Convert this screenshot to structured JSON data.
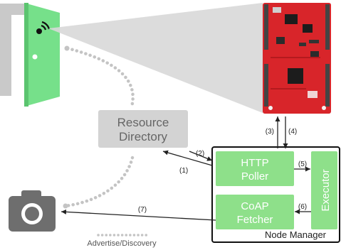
{
  "resource_directory": {
    "line1": "Resource",
    "line2": "Directory"
  },
  "node_manager": {
    "label": "Node Manager",
    "http_poller": {
      "line1": "HTTP",
      "line2": "Poller"
    },
    "coap_fetcher": {
      "line1": "CoAP",
      "line2": "Fetcher"
    },
    "executor": {
      "label": "Executor"
    }
  },
  "arrows": {
    "a1": "(1)",
    "a2": "(2)",
    "a3": "(3)",
    "a4": "(4)",
    "a5": "(5)",
    "a6": "(6)",
    "a7": "(7)"
  },
  "legend": {
    "label": "Advertise/Discovery"
  },
  "icons": {
    "door": "door-with-sensor-icon",
    "board": "microcontroller-board-icon",
    "camera": "camera-icon"
  },
  "colors": {
    "door_green": "#76e08a",
    "box_green": "#8ee08a",
    "rd_gray": "#d3d3d3",
    "board_red": "#d8252a",
    "camera_gray": "#6e6e6e",
    "dotted_gray": "#c4c4c4"
  }
}
